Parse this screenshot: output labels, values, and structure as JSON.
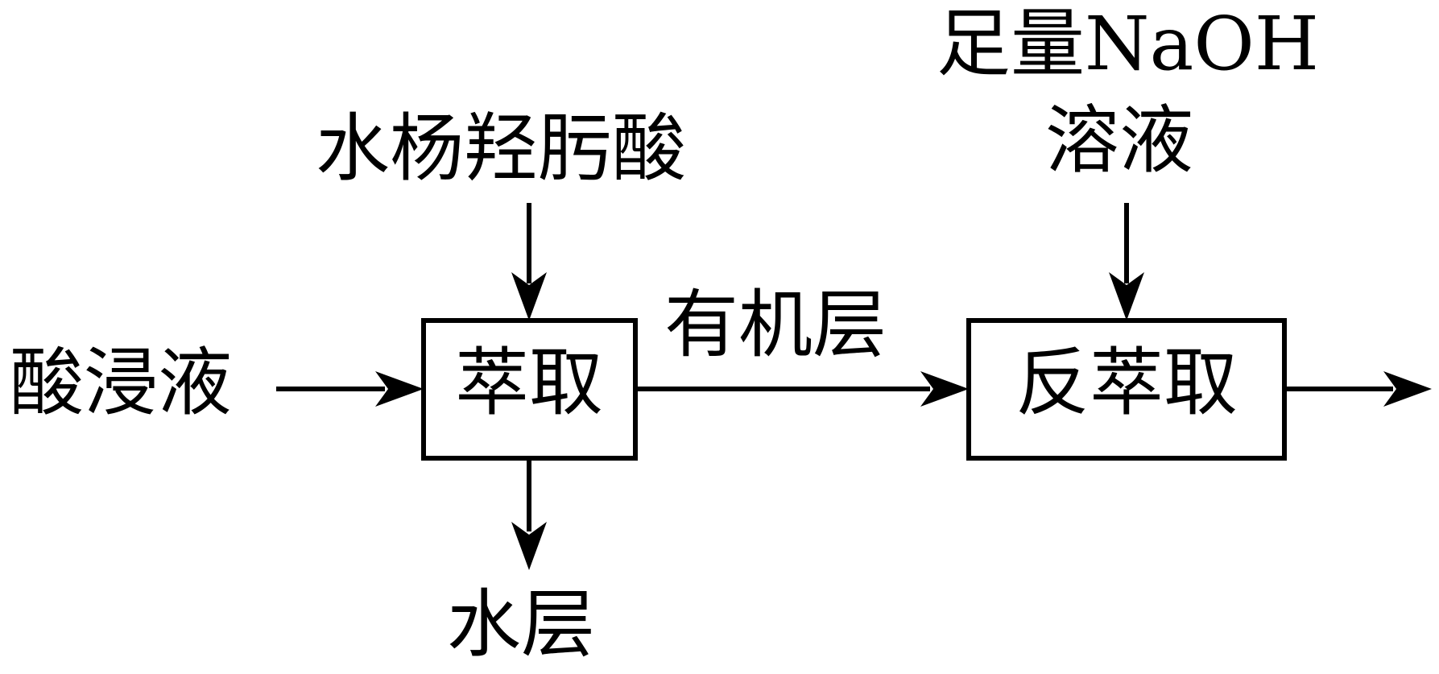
{
  "diagram": {
    "input_label": "酸浸液",
    "reagent_label": "水杨羟肟酸",
    "box1_label": "萃取",
    "organic_label": "有机层",
    "aqueous_label": "水层",
    "naoh_line1": "足量NaOH",
    "naoh_line2": "溶液",
    "box2_label": "反萃取"
  }
}
